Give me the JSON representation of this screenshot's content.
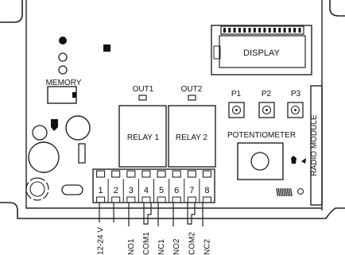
{
  "labels": {
    "display": "DISPLAY",
    "memory": "MEMORY",
    "out1": "OUT1",
    "out2": "OUT2",
    "p1": "P1",
    "p2": "P2",
    "p3": "P3",
    "relay1": "RELAY 1",
    "relay2": "RELAY 2",
    "potentiometer": "POTENTIOMETER",
    "radio_module": "RADIO MODULE"
  },
  "terminals": [
    {
      "number": "1",
      "label": "12-24 V"
    },
    {
      "number": "2",
      "label": ""
    },
    {
      "number": "3",
      "label": "NO1"
    },
    {
      "number": "4",
      "label": "COM1"
    },
    {
      "number": "5",
      "label": "NC1"
    },
    {
      "number": "6",
      "label": "NO2"
    },
    {
      "number": "7",
      "label": "COM2"
    },
    {
      "number": "8",
      "label": "NC2"
    }
  ]
}
